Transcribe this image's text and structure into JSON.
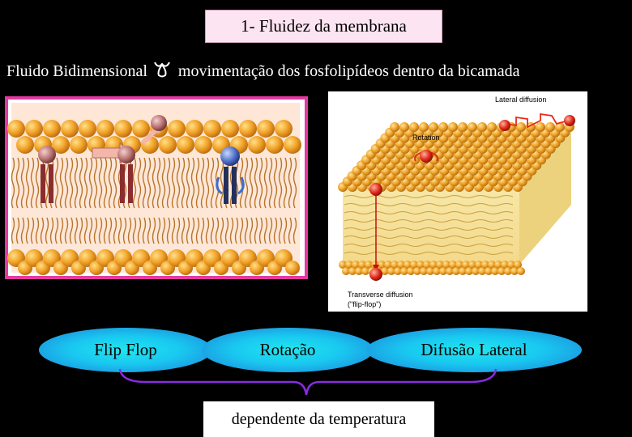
{
  "header": {
    "title": "1- Fluidez da membrana"
  },
  "subtitle": {
    "term": "Fluido Bidimensional",
    "arrow_icon": "right-arrow-symbol",
    "description": "movimentação dos fosfolipídeos dentro da bicamada"
  },
  "figure_right": {
    "labels": {
      "lateral": "Lateral diffusion",
      "rotation": "Rotation",
      "transverse": "Transverse diffusion",
      "flipflop": "(\"flip-flop\")"
    }
  },
  "movements": [
    {
      "label": "Flip Flop"
    },
    {
      "label": "Rotação"
    },
    {
      "label": "Difusão Lateral"
    }
  ],
  "footer": {
    "label": "dependente da temperatura"
  },
  "colors": {
    "background": "#000000",
    "title_box": "#fde4f2",
    "oval_cyan": "#21e6ee",
    "oval_blue": "#1e7dd8",
    "brace": "#8a2be2",
    "lipid_head": "#f0a020",
    "lipid_tail": "#d4882a",
    "frame": "#e040a0"
  }
}
